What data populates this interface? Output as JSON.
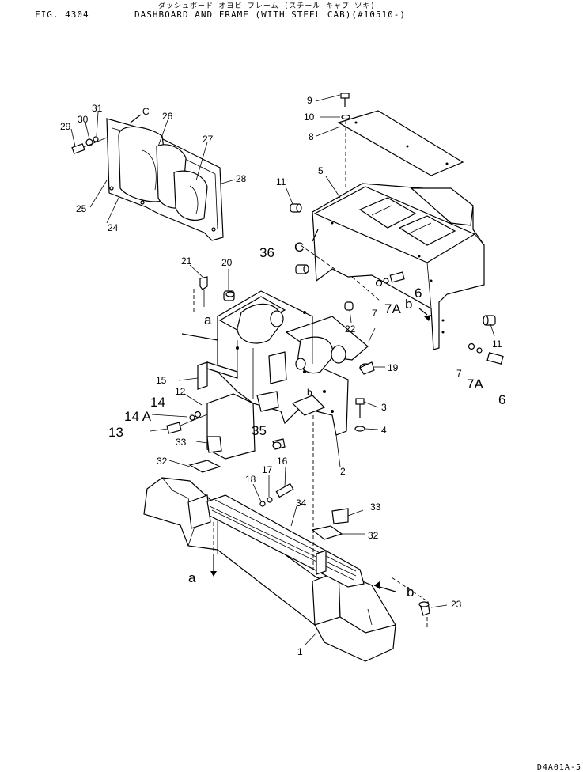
{
  "header": {
    "figure_number": "FIG. 4304",
    "japanese_title": "ダッシュボード オヨビ フレーム (スチール キャブ ツキ)",
    "title": "DASHBOARD AND FRAME (WITH STEEL CAB)(#10510-)",
    "footer_code": "D4A01A-5"
  },
  "callouts": [
    {
      "id": "1",
      "text": "1"
    },
    {
      "id": "2",
      "text": "2"
    },
    {
      "id": "3",
      "text": "3"
    },
    {
      "id": "4",
      "text": "4"
    },
    {
      "id": "5",
      "text": "5"
    },
    {
      "id": "6a",
      "text": "6"
    },
    {
      "id": "6b",
      "text": "6"
    },
    {
      "id": "7a",
      "text": "7"
    },
    {
      "id": "7b",
      "text": "7"
    },
    {
      "id": "7Aa",
      "text": "7A"
    },
    {
      "id": "7Ab",
      "text": "7A"
    },
    {
      "id": "8",
      "text": "8"
    },
    {
      "id": "9",
      "text": "9"
    },
    {
      "id": "10",
      "text": "10"
    },
    {
      "id": "11a",
      "text": "11"
    },
    {
      "id": "11b",
      "text": "11"
    },
    {
      "id": "12",
      "text": "12"
    },
    {
      "id": "13",
      "text": "13"
    },
    {
      "id": "14",
      "text": "14"
    },
    {
      "id": "14A",
      "text": "14 A"
    },
    {
      "id": "15",
      "text": "15"
    },
    {
      "id": "16",
      "text": "16"
    },
    {
      "id": "17",
      "text": "17"
    },
    {
      "id": "18",
      "text": "18"
    },
    {
      "id": "19",
      "text": "19"
    },
    {
      "id": "20",
      "text": "20"
    },
    {
      "id": "21",
      "text": "21"
    },
    {
      "id": "22",
      "text": "22"
    },
    {
      "id": "23",
      "text": "23"
    },
    {
      "id": "24",
      "text": "24"
    },
    {
      "id": "25",
      "text": "25"
    },
    {
      "id": "26",
      "text": "26"
    },
    {
      "id": "27",
      "text": "27"
    },
    {
      "id": "28",
      "text": "28"
    },
    {
      "id": "29",
      "text": "29"
    },
    {
      "id": "30",
      "text": "30"
    },
    {
      "id": "31",
      "text": "31"
    },
    {
      "id": "32a",
      "text": "32"
    },
    {
      "id": "32b",
      "text": "32"
    },
    {
      "id": "33a",
      "text": "33"
    },
    {
      "id": "33b",
      "text": "33"
    },
    {
      "id": "34",
      "text": "34"
    },
    {
      "id": "35",
      "text": "35"
    },
    {
      "id": "36",
      "text": "36"
    },
    {
      "id": "Ca",
      "text": "C"
    },
    {
      "id": "Cb",
      "text": "C"
    },
    {
      "id": "aa",
      "text": "a"
    },
    {
      "id": "ab",
      "text": "a"
    },
    {
      "id": "ba",
      "text": "b"
    },
    {
      "id": "bb",
      "text": "b"
    },
    {
      "id": "bc",
      "text": "b"
    }
  ]
}
